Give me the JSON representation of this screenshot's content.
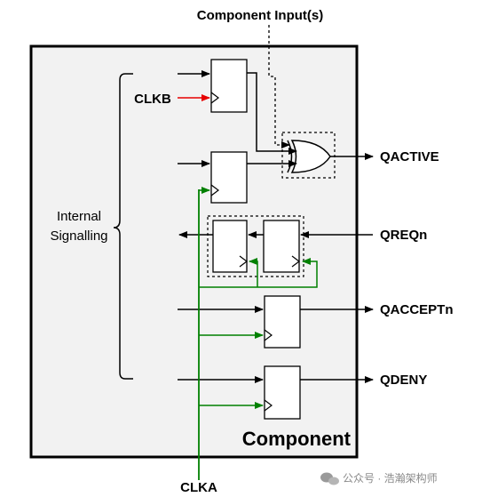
{
  "labels": {
    "component_input": "Component Input(s)",
    "clkb": "CLKB",
    "clka": "CLKA",
    "internal_line1": "Internal",
    "internal_line2": "Signalling",
    "component": "Component",
    "qactive": "QACTIVE",
    "qreqn": "QREQn",
    "qacceptn": "QACCEPTn",
    "qdeny": "QDENY"
  },
  "watermark": "公众号 · 浩瀚架构师",
  "colors": {
    "line": "#000000",
    "clkb": "#e60000",
    "clka": "#008000",
    "component_fill": "#f2f2f2",
    "box_fill": "#ffffff"
  }
}
